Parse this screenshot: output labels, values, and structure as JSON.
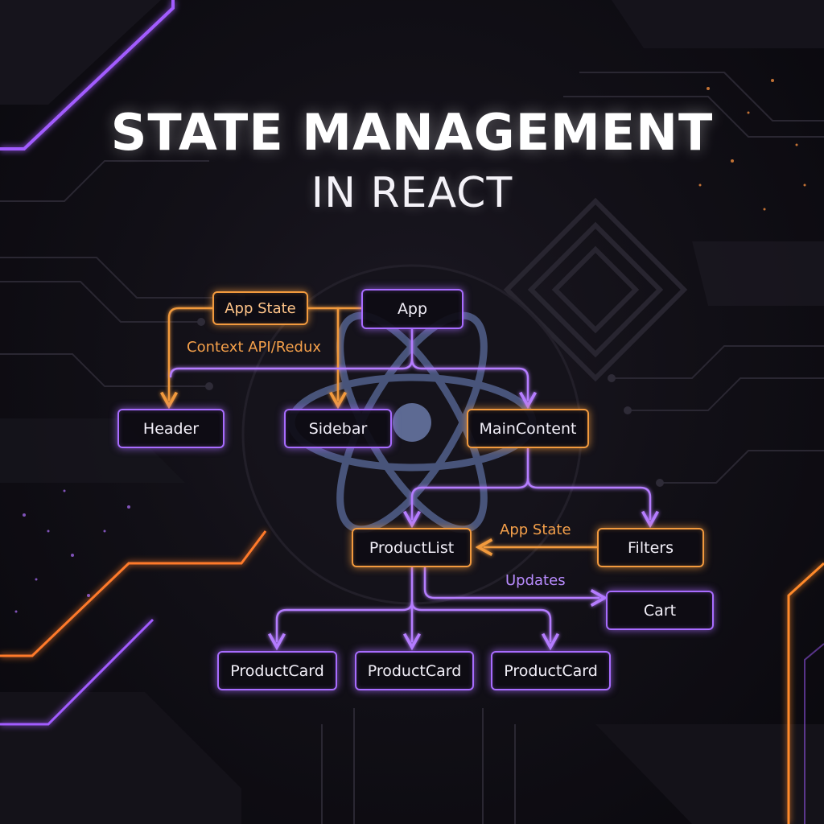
{
  "title": "STATE MANAGEMENT",
  "subtitle": "IN REACT",
  "colors": {
    "purple": "#a86cff",
    "orange": "#f29a3e",
    "background": "#0b0a10",
    "react_logo": "#5a6a9a"
  },
  "icons": {
    "center_logo": "react-atom-icon"
  },
  "nodes": {
    "app": "App",
    "app_state": "App State",
    "header": "Header",
    "sidebar": "Sidebar",
    "main_content": "MainContent",
    "product_list": "ProductList",
    "filters": "Filters",
    "cart": "Cart",
    "product_card_1": "ProductCard",
    "product_card_2": "ProductCard",
    "product_card_3": "ProductCard"
  },
  "edge_labels": {
    "context": "Context API/Redux",
    "filters_to_list": "App State",
    "list_to_cart": "Updates"
  }
}
